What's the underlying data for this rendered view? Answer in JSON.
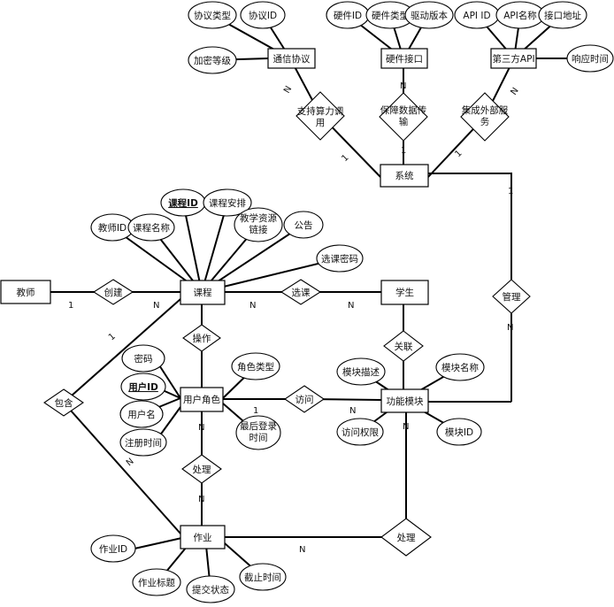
{
  "entities": {
    "protocol": "通信协议",
    "hw_iface": "硬件接口",
    "third_api": "第三方API",
    "system": "系统",
    "teacher": "教师",
    "course": "课程",
    "student": "学生",
    "user_role": "用户角色",
    "func_module": "功能模块",
    "homework": "作业"
  },
  "attributes": {
    "protocol_type": "协议类型",
    "protocol_id": "协议ID",
    "encrypt_level": "加密等级",
    "hw_id": "硬件ID",
    "hw_type": "硬件类型",
    "driver_ver": "驱动版本",
    "api_id": "API ID",
    "api_name": "API名称",
    "api_addr": "接口地址",
    "resp_time": "响应时间",
    "course_id": "课程ID",
    "course_sched": "课程安排",
    "teacher_id": "教师ID",
    "course_name": "课程名称",
    "res_link": [
      "教学资源",
      "链接"
    ],
    "notice": "公告",
    "enroll_pwd": "选课密码",
    "password": "密码",
    "role_type": "角色类型",
    "user_id": "用户ID",
    "username": "用户名",
    "reg_time": "注册时间",
    "last_login": [
      "最后登录",
      "时间"
    ],
    "module_desc": "模块描述",
    "module_name": "模块名称",
    "access_perm": "访问权限",
    "module_id": "模块ID",
    "hw_id2": "作业ID",
    "hw_title": "作业标题",
    "submit_status": "提交状态",
    "deadline": "截止时间"
  },
  "relationships": {
    "support_compute": [
      "支持算力调",
      "用"
    ],
    "ensure_data": [
      "保障数据传",
      "输"
    ],
    "integrate_svc": [
      "集成外部服",
      "务"
    ],
    "create": "创建",
    "enroll": "选课",
    "manage": "管理",
    "operate": "操作",
    "relate": "关联",
    "access": "访问",
    "contain": "包含",
    "process1": "处理",
    "process2": "处理"
  },
  "cardinalities": {
    "c_protocol": "N",
    "c_sys_left": "1",
    "c_hw": "N",
    "c_sys_mid": "1",
    "c_api": "N",
    "c_sys_right": "1",
    "c_sys_manage": "1",
    "c_manage_n": "N",
    "c_teacher": "1",
    "c_course_create": "N",
    "c_course_enroll": "N",
    "c_student": "N",
    "c_contain_1": "1",
    "c_contain_n": "N",
    "c_role_n": "N",
    "c_role_1": "1",
    "c_access_n": "N",
    "c_process_n": "N",
    "c_module_n": "N",
    "c_homework_n": "N"
  }
}
